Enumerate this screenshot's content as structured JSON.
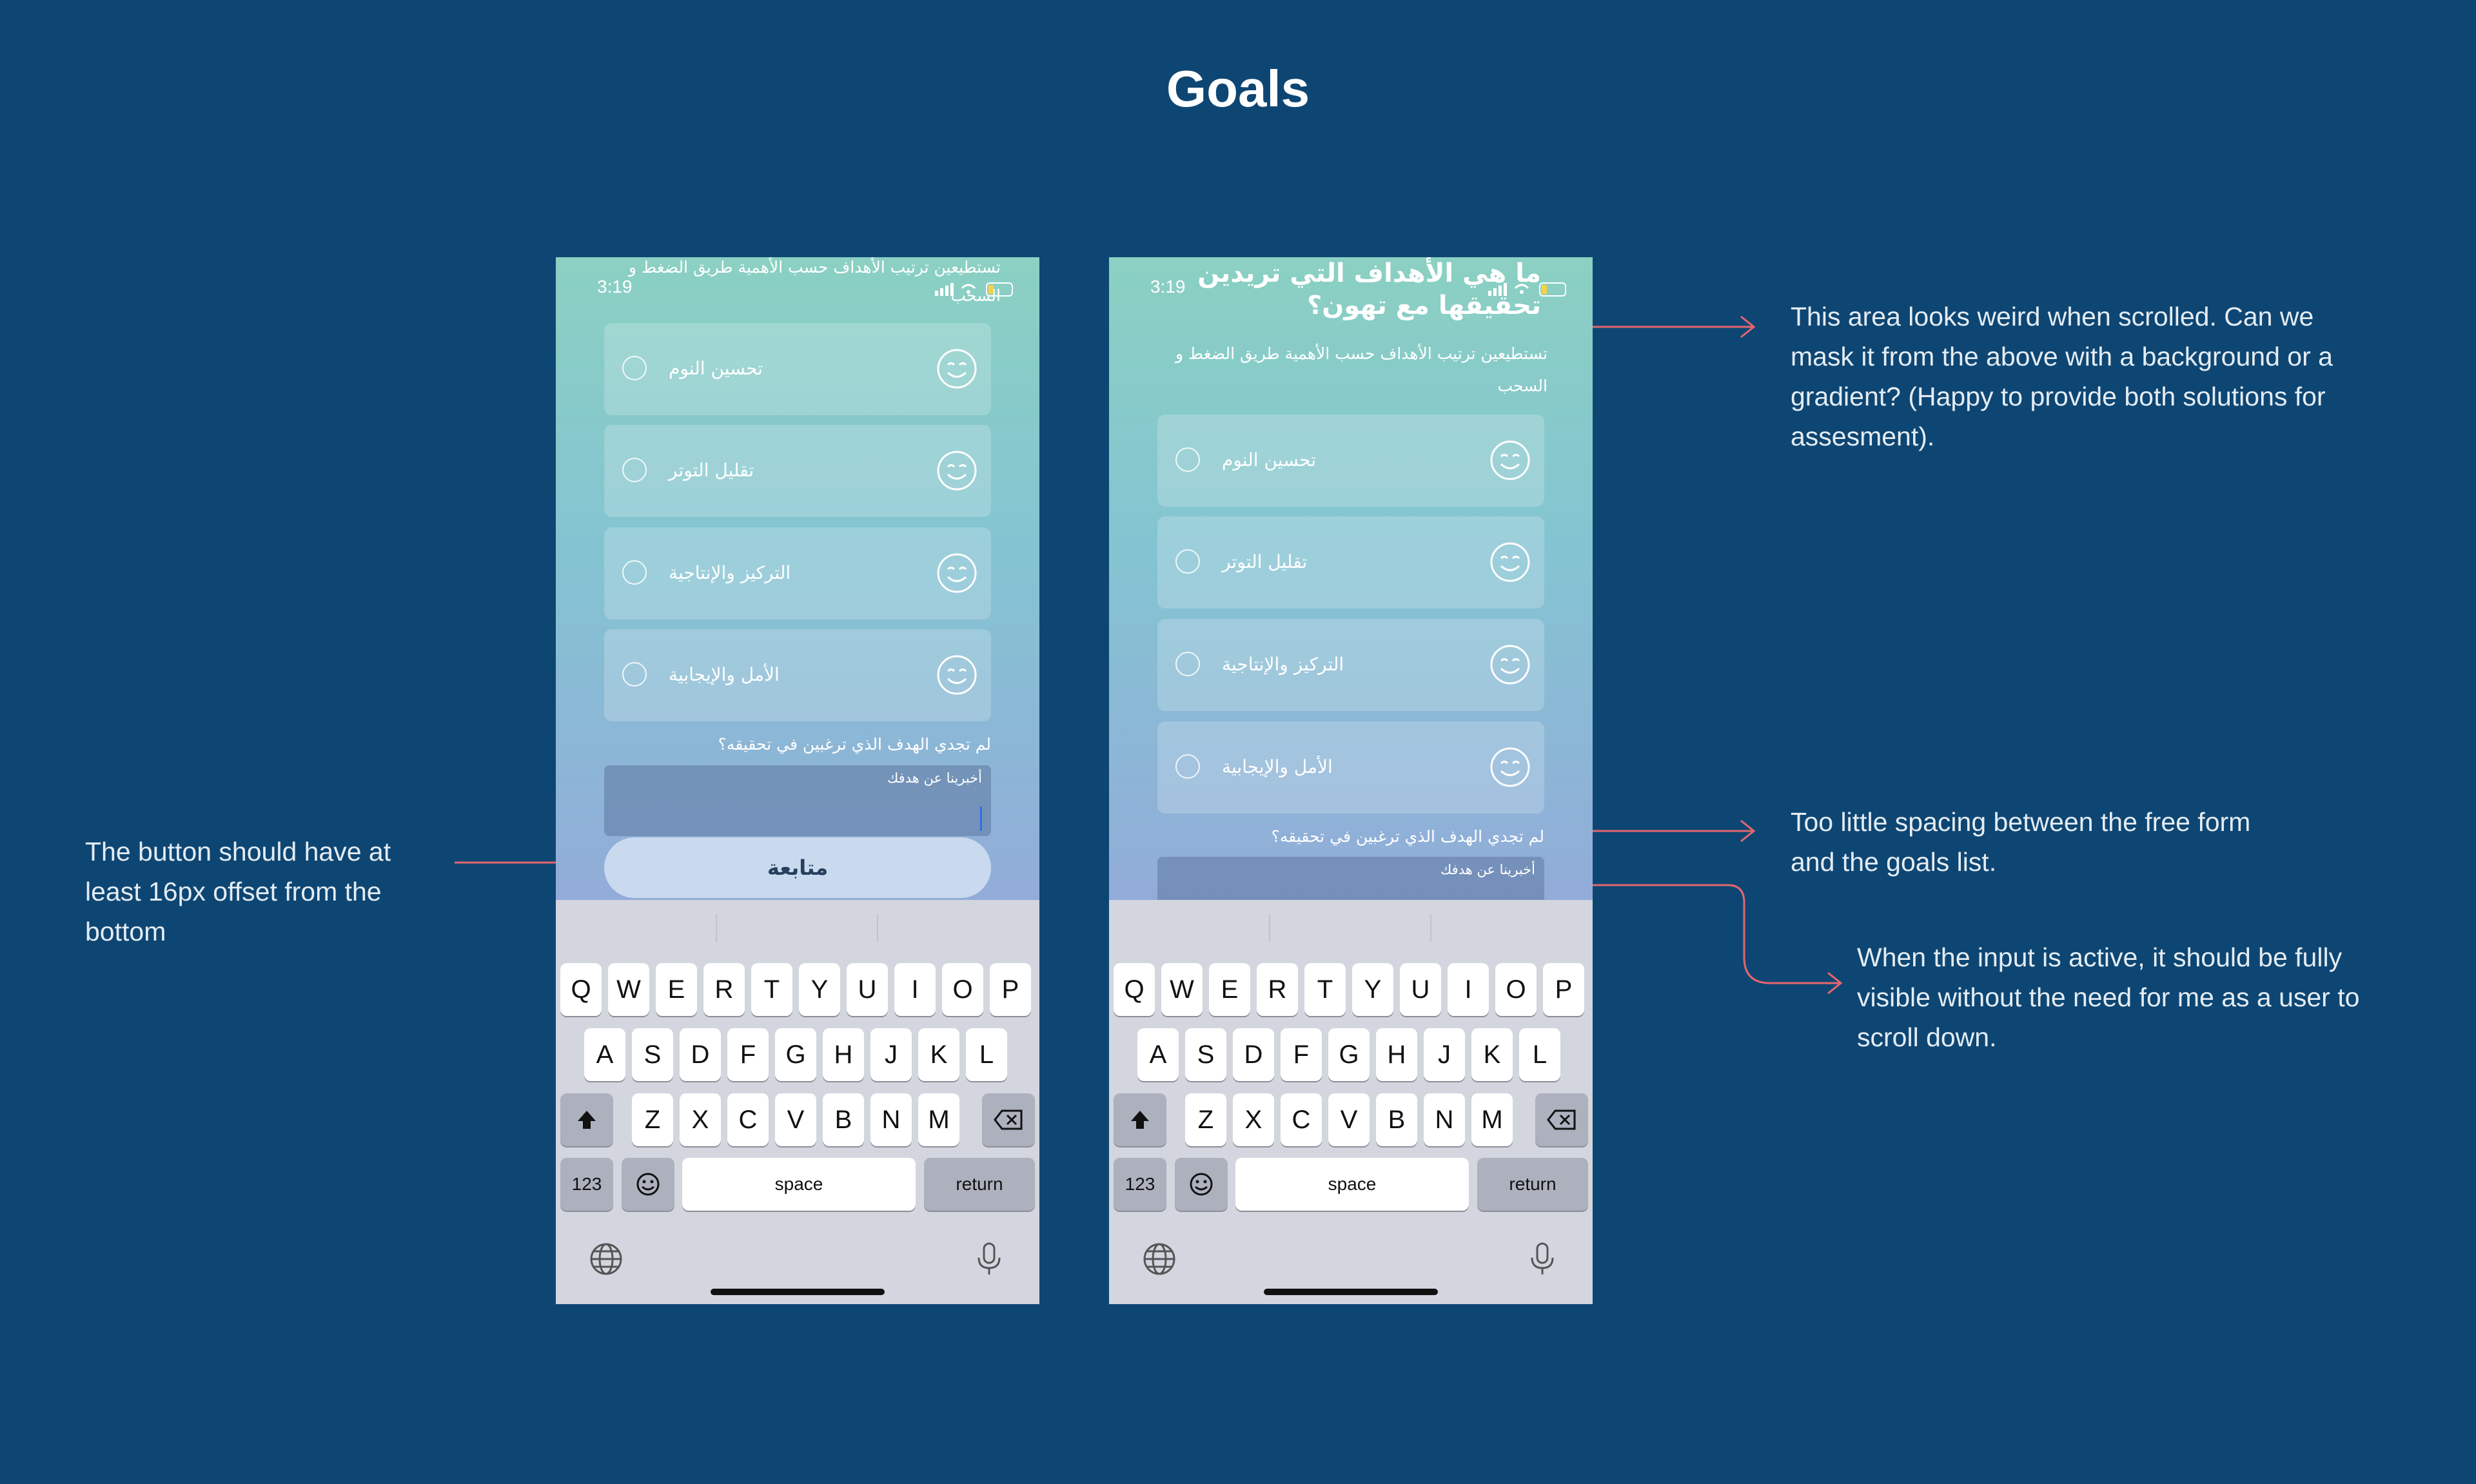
{
  "page_title": "Goals",
  "notes": {
    "header_area": "This area looks weird when scrolled. Can we mask it from the above with a background or a gradient? (Happy to provide both solutions for assesment).",
    "button_offset": "The button should have at least 16px offset from the bottom",
    "spacing": "Too little spacing between the free form and the goals list.",
    "input_visible": "When the input is active, it should be fully visible without the need for me as a user to scroll down."
  },
  "status": {
    "time": "3:19"
  },
  "heading": "ما هي الأهداف التي تريدين تحقيقها مع تهون؟",
  "subheading": "تستطيعين ترتيب الأهداف حسب الأهمية طريق الضغط و السحب",
  "goals": [
    {
      "label": "تحسين النوم",
      "icon": "smile-icon"
    },
    {
      "label": "تقليل التوتر",
      "icon": "smile-icon"
    },
    {
      "label": "التركيز والإنتاجية",
      "icon": "smile-icon"
    },
    {
      "label": "الأمل والإيجابية",
      "icon": "smile-icon"
    }
  ],
  "free_form": {
    "prompt": "لم تجدي الهدف الذي ترغبين في تحقيقه؟",
    "placeholder": "أخبرينا عن هدفك"
  },
  "continue_label": "متابعة",
  "keyboard": {
    "row1": [
      "Q",
      "W",
      "E",
      "R",
      "T",
      "Y",
      "U",
      "I",
      "O",
      "P"
    ],
    "row2": [
      "A",
      "S",
      "D",
      "F",
      "G",
      "H",
      "J",
      "K",
      "L"
    ],
    "row3": [
      "Z",
      "X",
      "C",
      "V",
      "B",
      "N",
      "M"
    ],
    "numbers": "123",
    "space": "space",
    "return": "return"
  },
  "colors": {
    "page_background": "#0e4673",
    "arrow": "#e5666e",
    "gradient_top": "#8bd0c2",
    "gradient_bottom": "#92acd9"
  }
}
